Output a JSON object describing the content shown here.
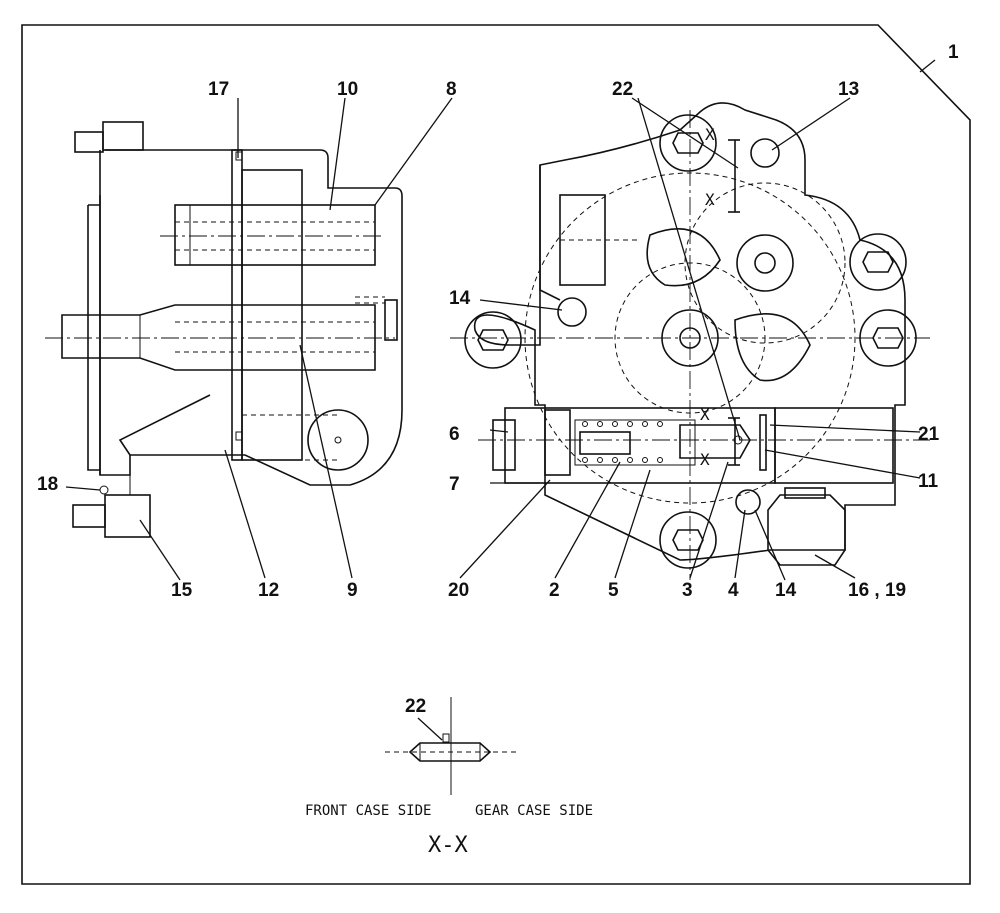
{
  "callouts": {
    "c1": "1",
    "c2": "2",
    "c3": "3",
    "c4": "4",
    "c5": "5",
    "c6": "6",
    "c7": "7",
    "c8": "8",
    "c9": "9",
    "c10": "10",
    "c11": "11",
    "c12": "12",
    "c13": "13",
    "c14a": "14",
    "c14b": "14",
    "c15": "15",
    "c1619": "16 , 19",
    "c17": "17",
    "c18": "18",
    "c20": "20",
    "c21": "21",
    "c22a": "22",
    "c22b": "22"
  },
  "section_markers": {
    "x1": "X",
    "x2": "X",
    "x3": "X",
    "x4": "X"
  },
  "section_detail": {
    "title": "X-X",
    "left_caption": "FRONT CASE SIDE",
    "right_caption": "GEAR CASE SIDE"
  }
}
